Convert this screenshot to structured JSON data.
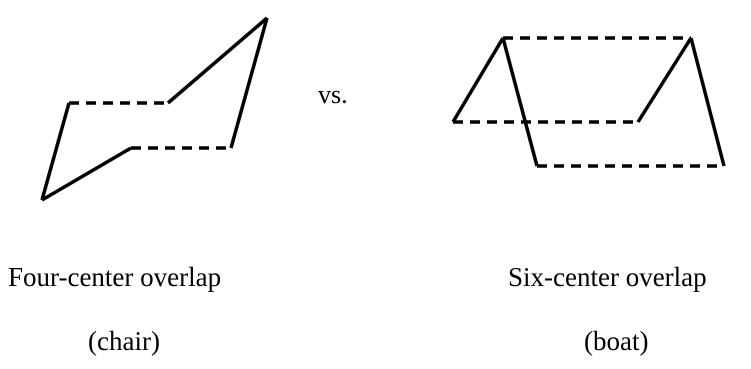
{
  "vs_text": "vs.",
  "left_panel": {
    "title": "Four-center overlap",
    "subtitle": "(chair)"
  },
  "right_panel": {
    "title": "Six-center overlap",
    "subtitle": "(boat)"
  },
  "colors": {
    "stroke": "#000000",
    "background": "#ffffff"
  }
}
